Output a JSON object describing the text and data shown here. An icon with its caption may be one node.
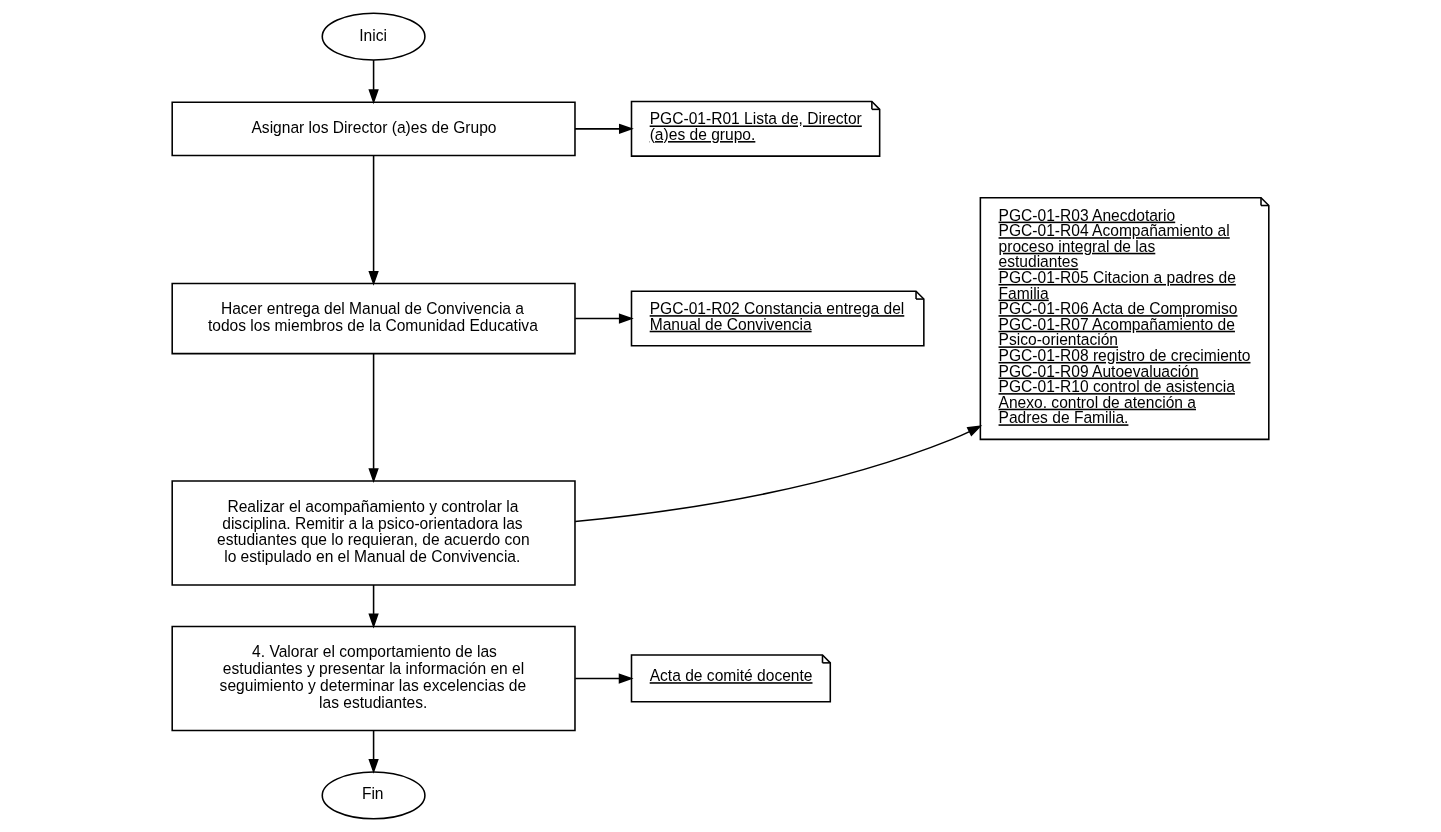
{
  "diagram": {
    "nodes": [
      {
        "text": [
          "Inici"
        ]
      },
      {
        "text": [
          "Asignar los Director (a)es de Grupo"
        ]
      },
      {
        "text": [
          "PGC-01-R01 Lista de, Director (a)es de grupo."
        ]
      },
      {
        "text": [
          "PGC-01-R02 Constancia entrega del Manual de Convivencia"
        ]
      },
      {
        "text": [
          "Hacer entrega del Manual de Convivencia a todos los miembros de la Comunidad Educativa"
        ]
      },
      {
        "text": [
          "PGC-01-R03 Anecdotario",
          "PGC-01-R04 Acompañamiento al proceso integral de las estudiantes",
          "PGC-01-R05 Citacion a padres de Familia",
          "PGC-01-R06 Acta de Compromiso",
          "PGC-01-R07 Acompañamiento de Psico-orientación",
          "PGC-01-R08 registro de crecimiento",
          "PGC-01-R09 Autoevaluación",
          "PGC-01-R10 control de asistencia",
          "Anexo. control de atención a Padres de Familia."
        ]
      },
      {
        "text": [
          "Realizar el acompañamiento y controlar la disciplina. Remitir a la psico-orientadora las estudiantes que lo requieran, de acuerdo con lo estipulado en el Manual de Convivencia."
        ]
      },
      {
        "text": [
          "4. Valorar el comportamiento de las estudiantes y presentar la información en el seguimiento y determinar las excelencias de las estudiantes."
        ]
      },
      {
        "text": [
          "Acta de comité docente"
        ]
      },
      {
        "text": [
          "Fin"
        ]
      }
    ],
    "edges": [
      {
        "from": 0,
        "to": 1,
        "arrow": "to"
      },
      {
        "from": 1,
        "to": 2,
        "arrow": "to"
      },
      {
        "from": 1,
        "to": 4,
        "arrow": "to"
      },
      {
        "from": 4,
        "to": 3,
        "arrow": "to"
      },
      {
        "from": 4,
        "to": 6,
        "arrow": "to"
      },
      {
        "from": 6,
        "to": 5,
        "arrow": "to"
      },
      {
        "from": 6,
        "to": 7,
        "arrow": "to"
      },
      {
        "from": 7,
        "to": 8,
        "arrow": "to"
      },
      {
        "from": 7,
        "to": 9,
        "arrow": "to"
      }
    ]
  }
}
